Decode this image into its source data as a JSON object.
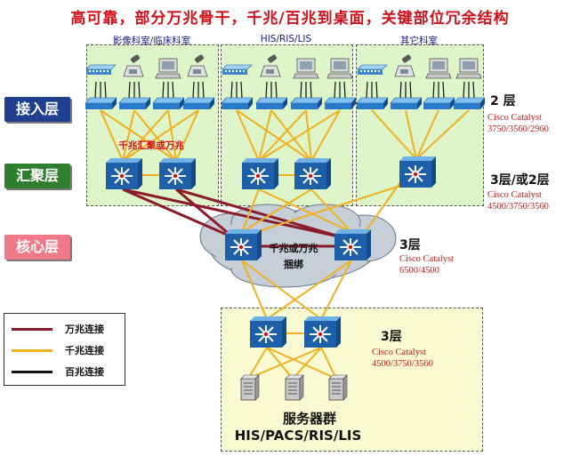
{
  "title": "高可靠，部分万兆骨干，千兆/百兆到桌面，关键部位冗余结构",
  "layers": {
    "access": "接入层",
    "aggregation": "汇聚层",
    "core": "核心层"
  },
  "zones": {
    "imaging": "影像科室/临床科室",
    "his": "HIS/RIS/LIS",
    "other": "其它科室",
    "imaging_uplink_note": "千兆汇聚或万兆"
  },
  "tiers": {
    "access": {
      "layer": "2 层",
      "model": "Cisco Catalyst\n3750/3560/2960"
    },
    "aggregation": {
      "layer": "3层/或2层",
      "model": "Cisco Catalyst\n4500/3750/3560"
    },
    "core": {
      "layer": "3层",
      "model": "Cisco Catalyst\n6500/4500"
    },
    "server": {
      "layer": "3层",
      "model": "Cisco Catalyst\n4500/3750/3560"
    }
  },
  "core_cloud": {
    "line1": "千兆或万兆",
    "line2": "捆绑"
  },
  "server_farm": {
    "name": "服务器群",
    "systems": "HIS/PACS/RIS/LIS"
  },
  "legend": [
    {
      "label": "万兆连接",
      "color": "#8b1a2b"
    },
    {
      "label": "千兆连接",
      "color": "#f0b020"
    },
    {
      "label": "百兆连接",
      "color": "#111111"
    }
  ],
  "colors": {
    "title": "#d0101a",
    "zone_fill": "#ddf5c8",
    "server_zone_fill": "#fafad2",
    "access_label_bg": "#1f3f8f",
    "aggregation_label_bg": "#2e7f2e",
    "core_label_bg": "#f07a8a",
    "model_text": "#cc1a1a",
    "switch_blue": "#2a78c8",
    "cloud": "#c6cfd8"
  },
  "icons": {
    "switch": "layer3-switch-icon",
    "access_switch": "workgroup-switch-icon",
    "ip_phone": "ip-phone-icon",
    "pc": "pc-icon",
    "hub": "hub-icon",
    "server": "server-icon"
  }
}
